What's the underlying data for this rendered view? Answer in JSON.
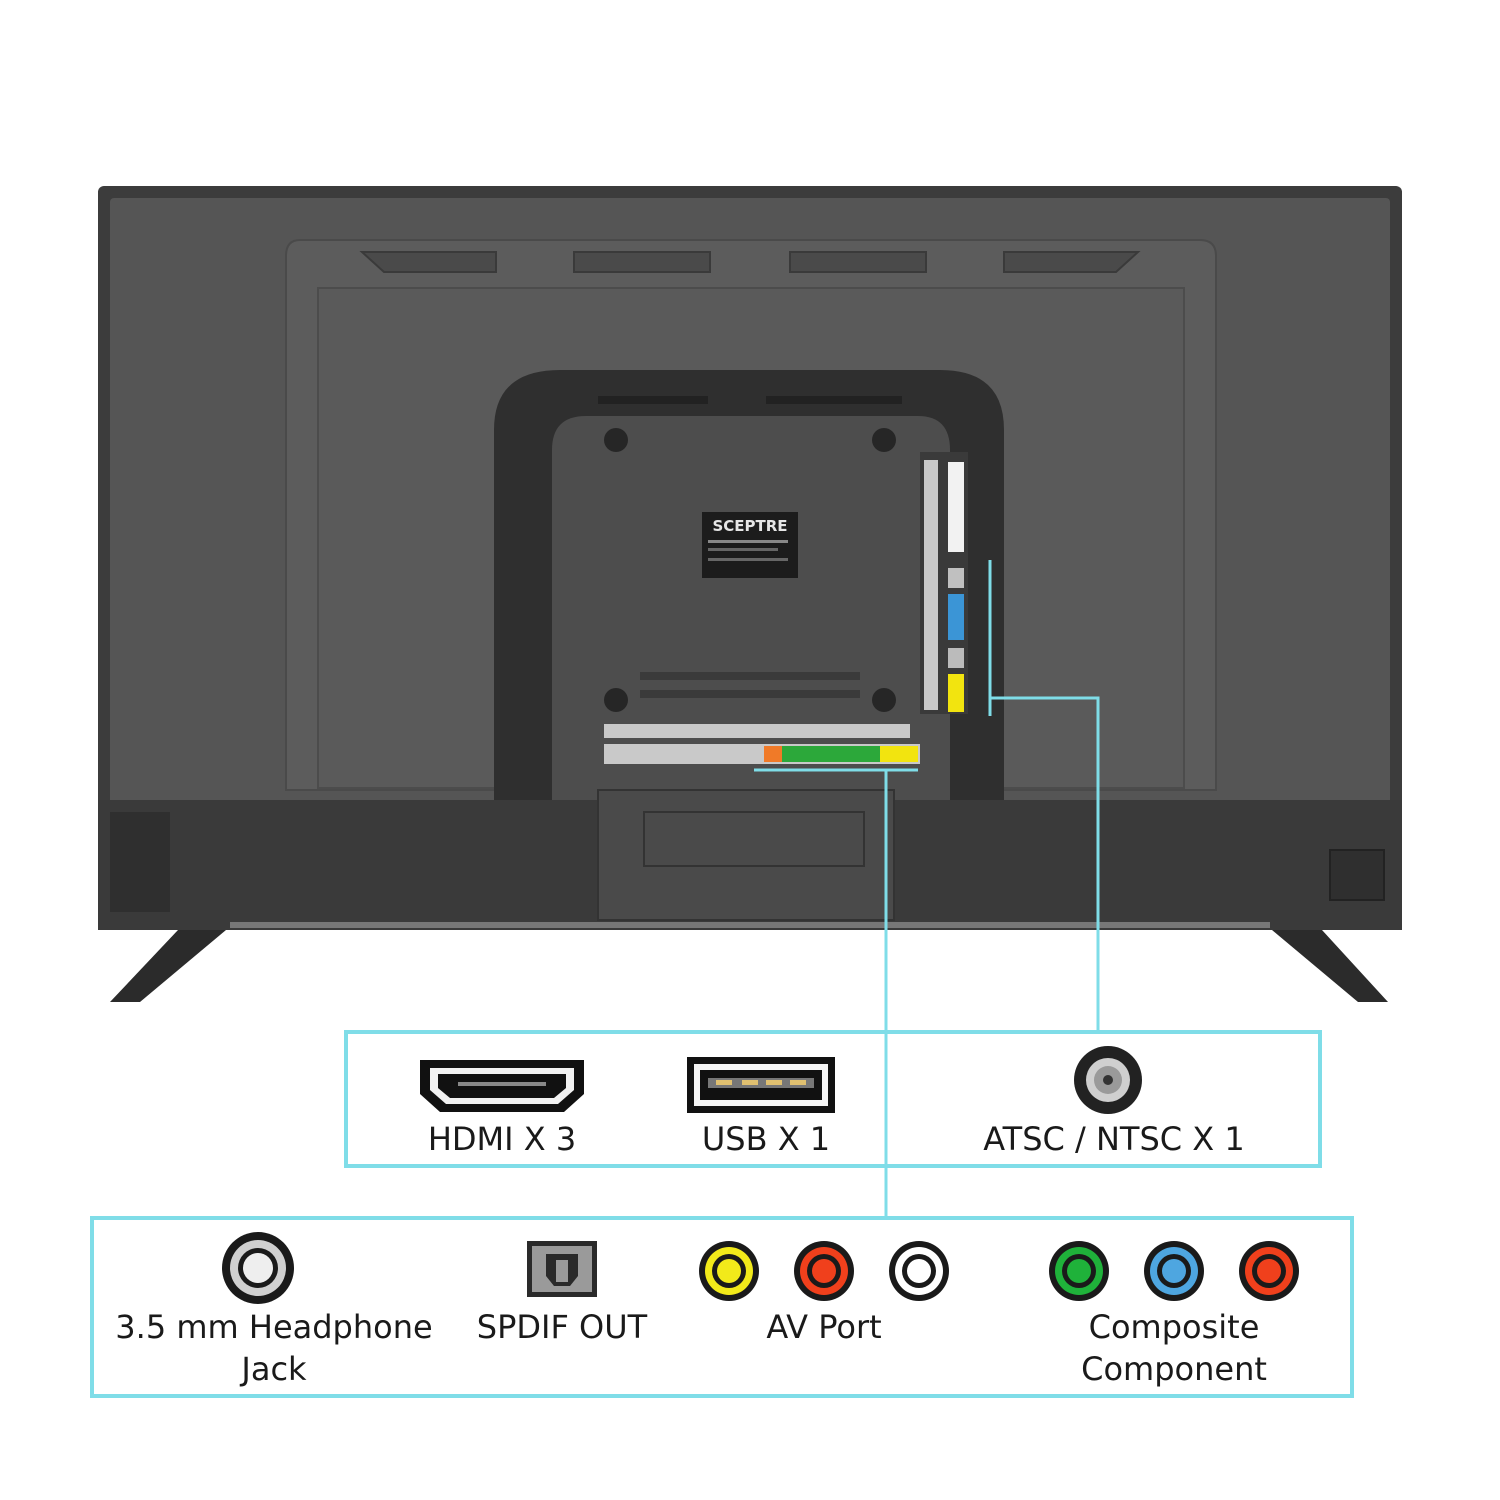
{
  "brand": {
    "logo_text": "SCEPTRE"
  },
  "ports_top": [
    {
      "icon": "hdmi-port-icon",
      "label": "HDMI X 3"
    },
    {
      "icon": "usb-port-icon",
      "label": "USB X 1"
    },
    {
      "icon": "coax-port-icon",
      "label": "ATSC / NTSC X 1"
    }
  ],
  "ports_bottom": [
    {
      "icon": "headphone-jack-icon",
      "label_line1": "3.5 mm Headphone",
      "label_line2": "Jack"
    },
    {
      "icon": "optical-port-icon",
      "label": "SPDIF OUT"
    },
    {
      "icon": "rca-av-icons",
      "label": "AV Port",
      "colors": [
        "#f2ea1a",
        "#f0401c",
        "#ffffff"
      ]
    },
    {
      "icon": "rca-component-icons",
      "label_line1": "Composite",
      "label_line2": "Component",
      "colors": [
        "#1fb23a",
        "#4ea6e0",
        "#f0401c"
      ]
    }
  ],
  "accent": "#7fdde8"
}
